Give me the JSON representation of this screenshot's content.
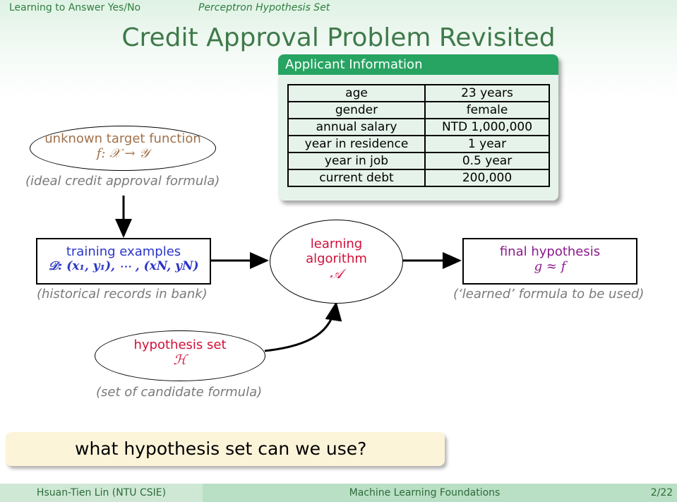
{
  "header": {
    "section": "Learning to Answer Yes/No",
    "subsection": "Perceptron Hypothesis Set"
  },
  "title": "Credit Approval Problem Revisited",
  "applicant": {
    "heading": "Applicant Information",
    "rows": [
      {
        "key": "age",
        "value": "23 years"
      },
      {
        "key": "gender",
        "value": "female"
      },
      {
        "key": "annual salary",
        "value": "NTD 1,000,000"
      },
      {
        "key": "year in residence",
        "value": "1 year"
      },
      {
        "key": "year in job",
        "value": "0.5 year"
      },
      {
        "key": "current debt",
        "value": "200,000"
      }
    ]
  },
  "diagram": {
    "target": {
      "label": "unknown target function",
      "formula": "f: 𝒳 → 𝒴",
      "caption": "(ideal credit approval formula)"
    },
    "training": {
      "label": "training examples",
      "formula": "𝒟: (x₁, y₁), ⋯ , (xN, yN)",
      "caption": "(historical records in bank)"
    },
    "algorithm": {
      "label1": "learning",
      "label2": "algorithm",
      "symbol": "𝒜"
    },
    "final": {
      "label": "final hypothesis",
      "formula": "g ≈ f",
      "caption": "(‘learned’ formula to be used)"
    },
    "hypothesis": {
      "label": "hypothesis set",
      "symbol": "ℋ",
      "caption": "(set of candidate formula)"
    }
  },
  "question": "what hypothesis set can we use?",
  "footer": {
    "author": "Hsuan-Tien Lin  (NTU CSIE)",
    "course": "Machine Learning Foundations",
    "page": "2/22"
  },
  "colors": {
    "accent": "#27a462",
    "target_text": "#a0714a",
    "training_text": "#2b35c8",
    "algorithm_text": "#d0103a",
    "final_text": "#8a1a8a"
  }
}
